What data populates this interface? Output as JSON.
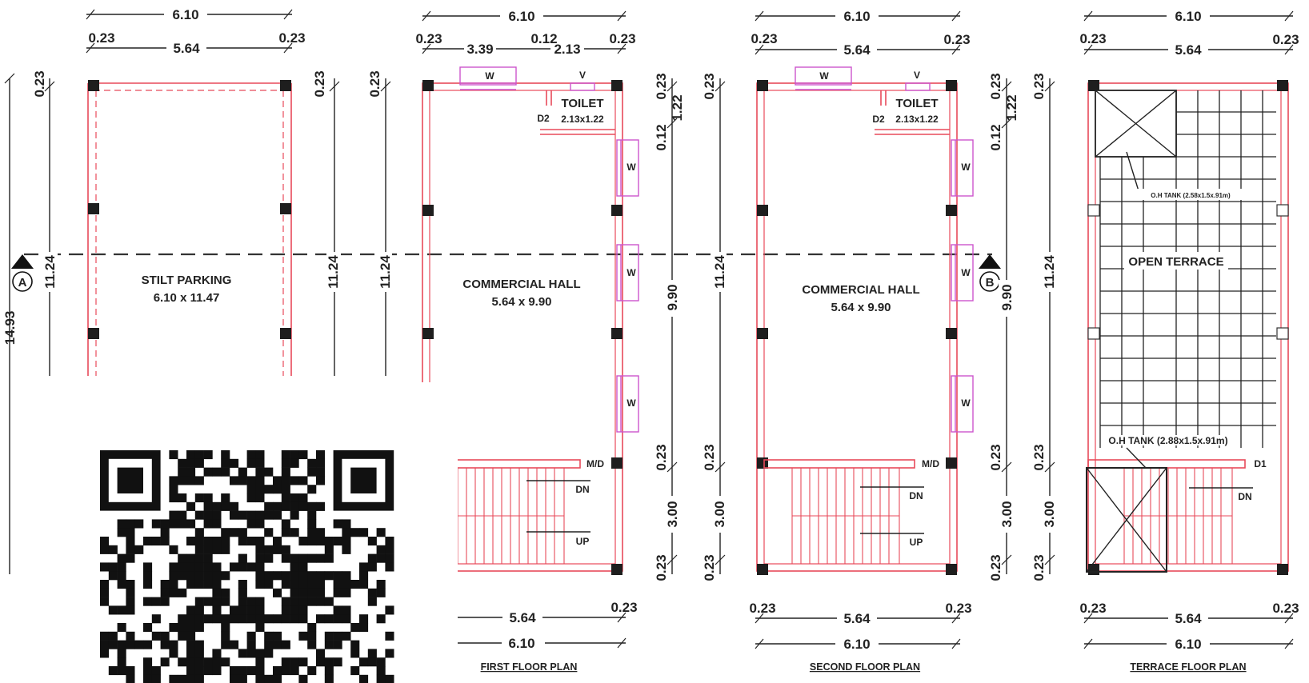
{
  "plans": [
    {
      "title": "",
      "top_overall": "6.10",
      "top_left": "0.23",
      "top_mid": "5.64",
      "top_right": "0.23",
      "room": "STILT PARKING",
      "room_size": "6.10 x 11.47",
      "left_overall": "14.93",
      "left_top": "0.23",
      "left_mid": "11.24",
      "right_top": "0.23",
      "right_mid": "11.24"
    },
    {
      "title": "FIRST FLOOR PLAN",
      "top_overall": "6.10",
      "top_a": "0.23",
      "top_b": "3.39",
      "top_c": "0.12",
      "top_d": "2.13",
      "top_e": "0.23",
      "room": "COMMERCIAL HALL",
      "room_size": "5.64 x 9.90",
      "toilet": "TOILET",
      "door": "D2",
      "toilet_size": "2.13x1.22",
      "win": "W",
      "vent": "V",
      "md": "M/D",
      "dn": "DN",
      "up": "UP",
      "left_top": "0.23",
      "left_mid": "11.24",
      "right_a": "0.23",
      "right_b": "1.22",
      "right_c": "0.12",
      "right_d": "9.90",
      "right_e": "0.23",
      "right_f": "3.00",
      "right_g": "0.23",
      "bot_inner": "5.64",
      "bot_right": "0.23",
      "bot_overall": "6.10"
    },
    {
      "title": "SECOND FLOOR PLAN",
      "top_overall": "6.10",
      "top_left": "0.23",
      "top_mid": "5.64",
      "top_right": "0.23",
      "room": "COMMERCIAL HALL",
      "room_size": "5.64 x 9.90",
      "toilet": "TOILET",
      "door": "D2",
      "toilet_size": "2.13x1.22",
      "win": "W",
      "vent": "V",
      "md": "M/D",
      "dn": "DN",
      "up": "UP",
      "left_a": "0.23",
      "left_b": "11.24",
      "left_c": "0.23",
      "left_d": "3.00",
      "left_e": "0.23",
      "right_a": "0.23",
      "right_b": "1.22",
      "right_c": "0.12",
      "right_d": "9.90",
      "right_e": "0.23",
      "right_f": "3.00",
      "right_g": "0.23",
      "bot_left": "0.23",
      "bot_inner": "5.64",
      "bot_right": "0.23",
      "bot_overall": "6.10"
    },
    {
      "title": "TERRACE FLOOR PLAN",
      "top_overall": "6.10",
      "top_left": "0.23",
      "top_mid": "5.64",
      "top_right": "0.23",
      "room": "OPEN TERRACE",
      "tank_top": "O.H TANK (2.58x1.5x.91m)",
      "tank_bot": "O.H TANK (2.88x1.5x.91m)",
      "d1": "D1",
      "dn": "DN",
      "left_a": "0.23",
      "left_b": "11.24",
      "left_c": "0.23",
      "left_d": "3.00",
      "left_e": "0.23",
      "bot_left": "0.23",
      "bot_inner": "5.64",
      "bot_right": "0.23",
      "bot_overall": "6.10"
    }
  ],
  "section_markers": {
    "a": "A",
    "b": "B"
  }
}
